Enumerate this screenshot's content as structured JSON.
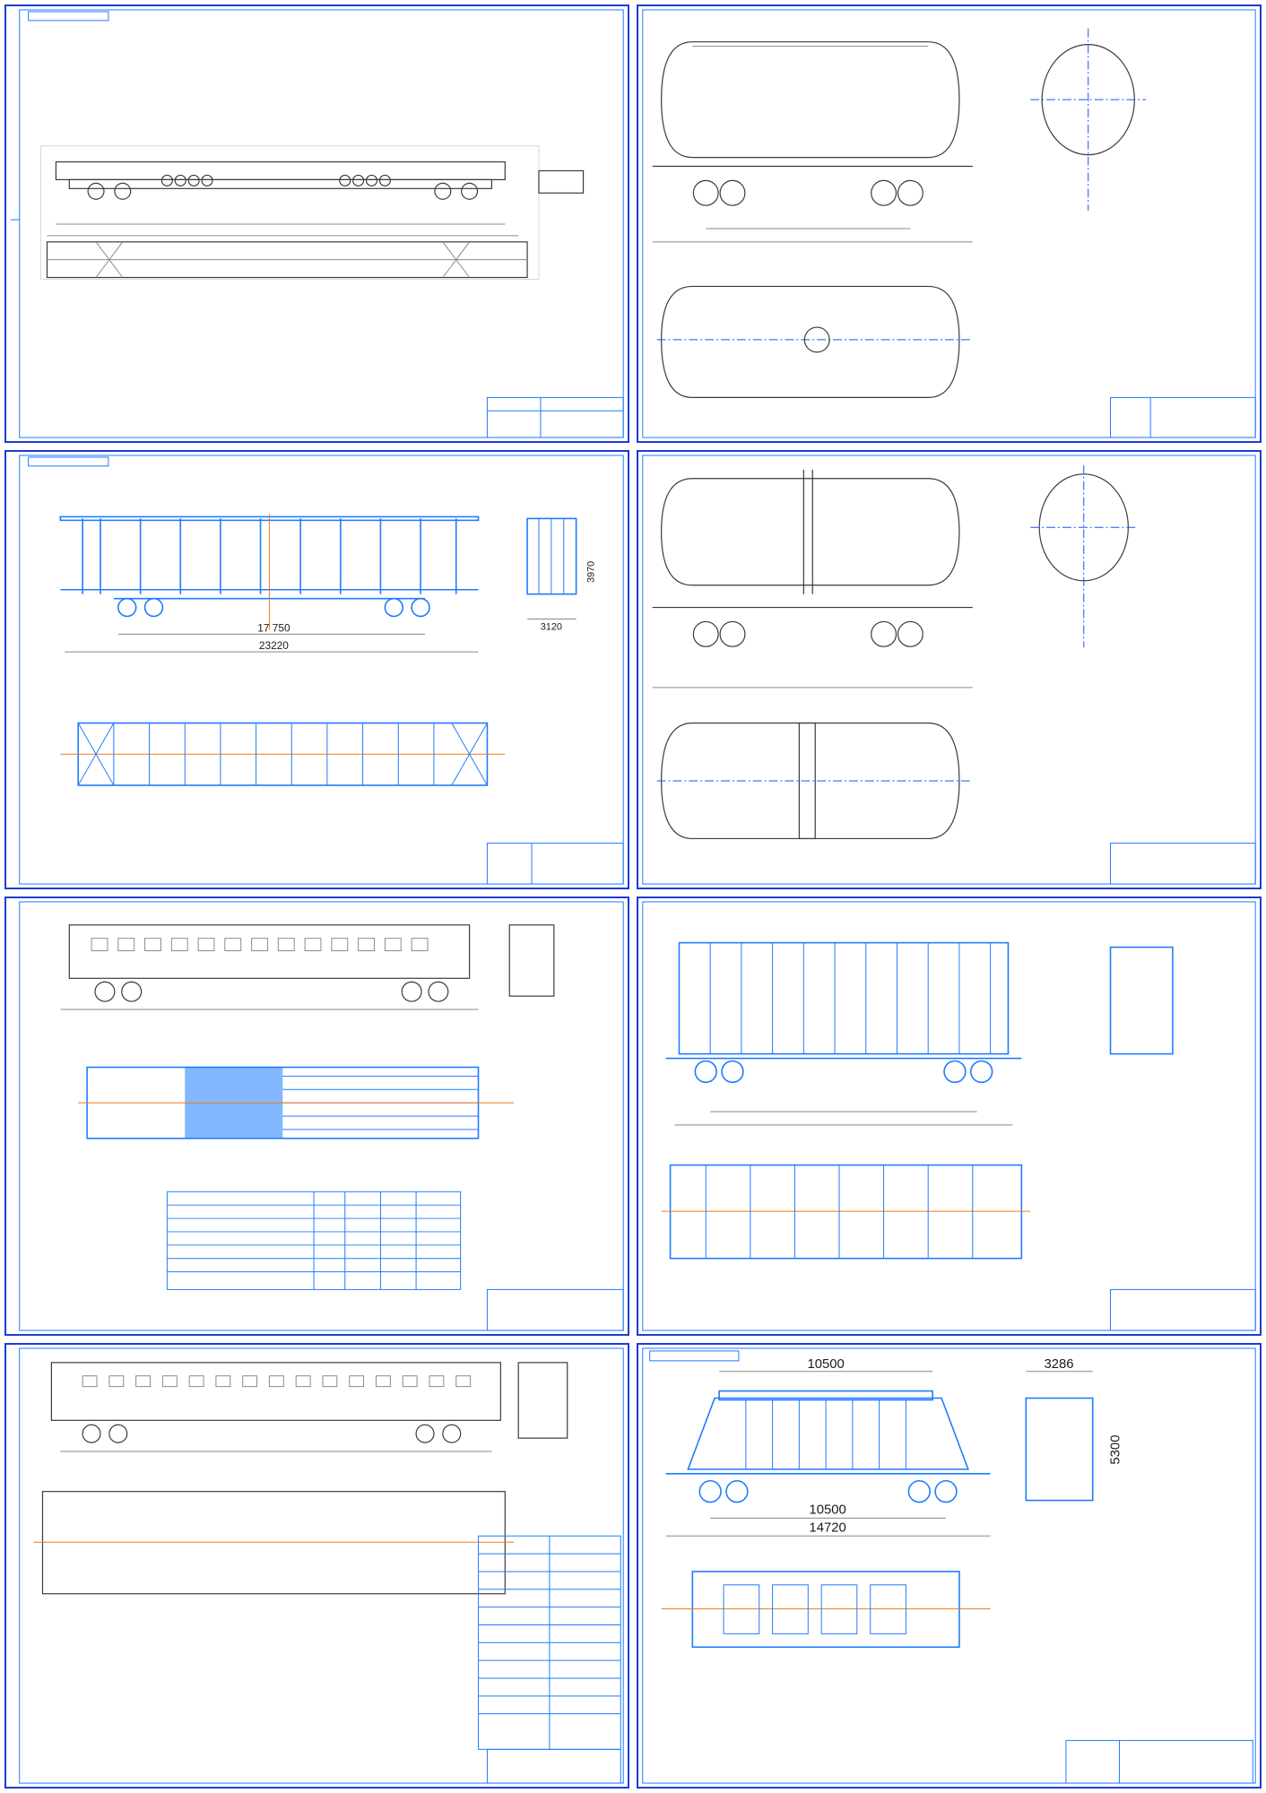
{
  "sheets": [
    {
      "id": "flatcar-drawing",
      "dims": []
    },
    {
      "id": "tank-car-drawing-1",
      "dims": []
    },
    {
      "id": "timber-flatcar-drawing",
      "dims": [
        "17 750",
        "23220",
        "3120",
        "3970"
      ]
    },
    {
      "id": "tank-car-drawing-2",
      "dims": []
    },
    {
      "id": "passenger-car-drawing",
      "dims": []
    },
    {
      "id": "boxcar-drawing",
      "dims": []
    },
    {
      "id": "passenger-car-plan-drawing",
      "dims": []
    },
    {
      "id": "hopper-car-drawing",
      "dims": [
        "10500",
        "10500",
        "14720",
        "3286",
        "5300"
      ]
    }
  ],
  "colors": {
    "frame": "#1f3bd6",
    "line_blue": "#1e7bff",
    "center_line": "#f07a1a",
    "line_gray": "#8a8a8a"
  }
}
